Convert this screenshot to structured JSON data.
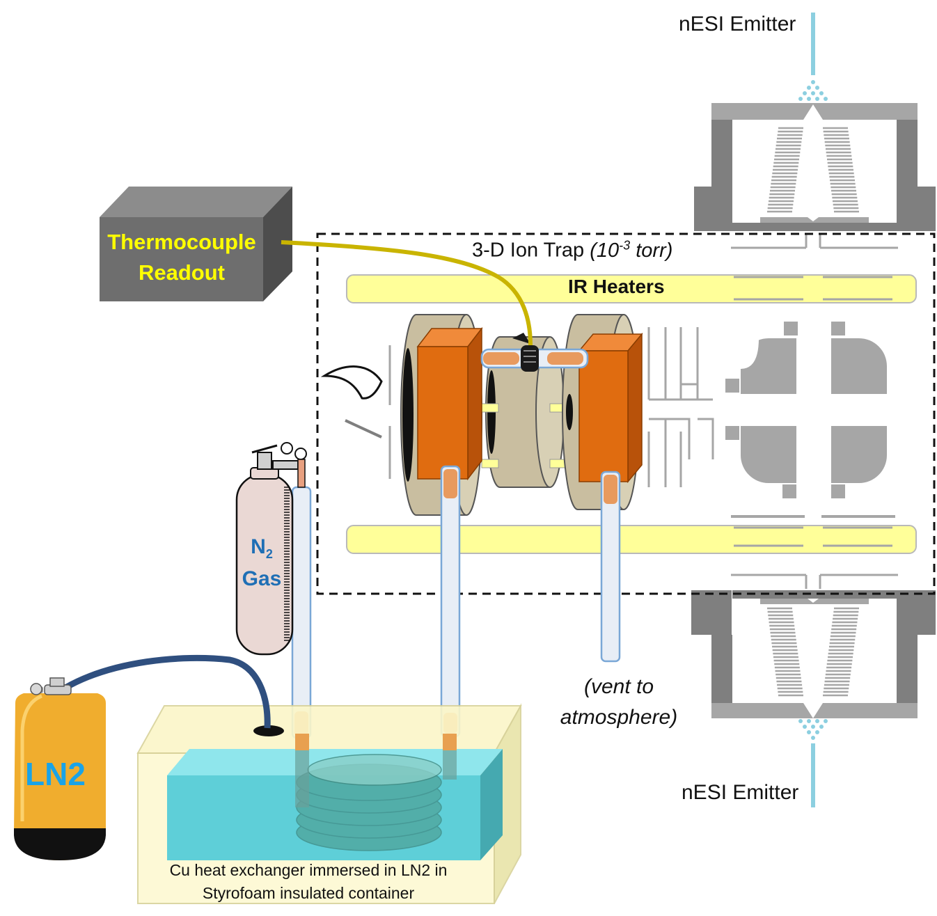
{
  "labels": {
    "nesi_emitter_top": "nESI Emitter",
    "nesi_emitter_bottom": "nESI Emitter",
    "ion_trap_prefix": "3-D Ion Trap ",
    "ion_trap_pressure_open": "(10",
    "ion_trap_pressure_exp": "-3",
    "ion_trap_pressure_close": " torr)",
    "ir_heaters": "IR Heaters",
    "thermocouple_line1": "Thermocouple",
    "thermocouple_line2": "Readout",
    "n2_main": "N",
    "n2_sub": "2",
    "n2_gas": "Gas",
    "ln2": "LN2",
    "vent_line1": "(vent to",
    "vent_line2": "atmosphere)",
    "cu_line1": "Cu heat exchanger immersed in LN2 in",
    "cu_line2": "Styrofoam insulated container"
  },
  "colors": {
    "thermocouple_text": "#ffff00",
    "n2_text": "#1f6fb5",
    "ln2_text": "#1aa3e8",
    "heater": "#ffff99",
    "copper_block": "#e06c10",
    "ln2_bath": "#5ecfd8",
    "instrument_gray": "#808080"
  }
}
